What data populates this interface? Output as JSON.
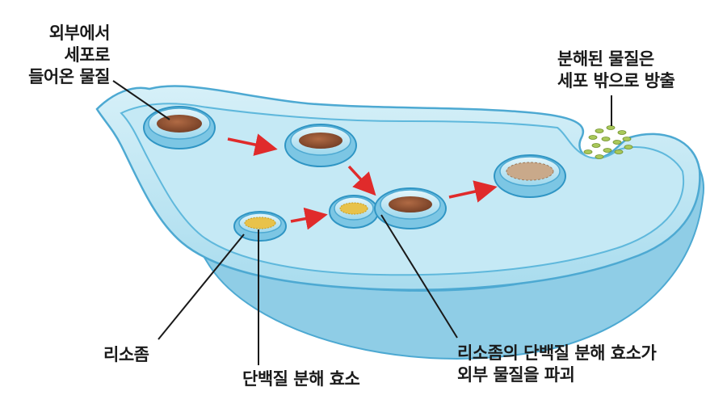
{
  "labels": {
    "external_material": [
      "외부에서",
      "세포로",
      "들어온 물질"
    ],
    "released_material": [
      "분해된 물질은",
      "세포 밖으로 방출"
    ],
    "lysosome": "리소좀",
    "digestive_enzyme": "단백질 분해 효소",
    "destroy_material": [
      "리소좀의 단백질 분해 효소가",
      "외부 물질을 파괴"
    ]
  },
  "colors": {
    "cell_fill": "#bfe6f2",
    "membrane": "#5fb8dc",
    "membrane_dark": "#2f95c4",
    "arrow": "#e02b2b",
    "material": "#8c4a2f",
    "enzyme": "#e8c24a",
    "digested": "#c9a98a",
    "released": "#a9c85a"
  }
}
